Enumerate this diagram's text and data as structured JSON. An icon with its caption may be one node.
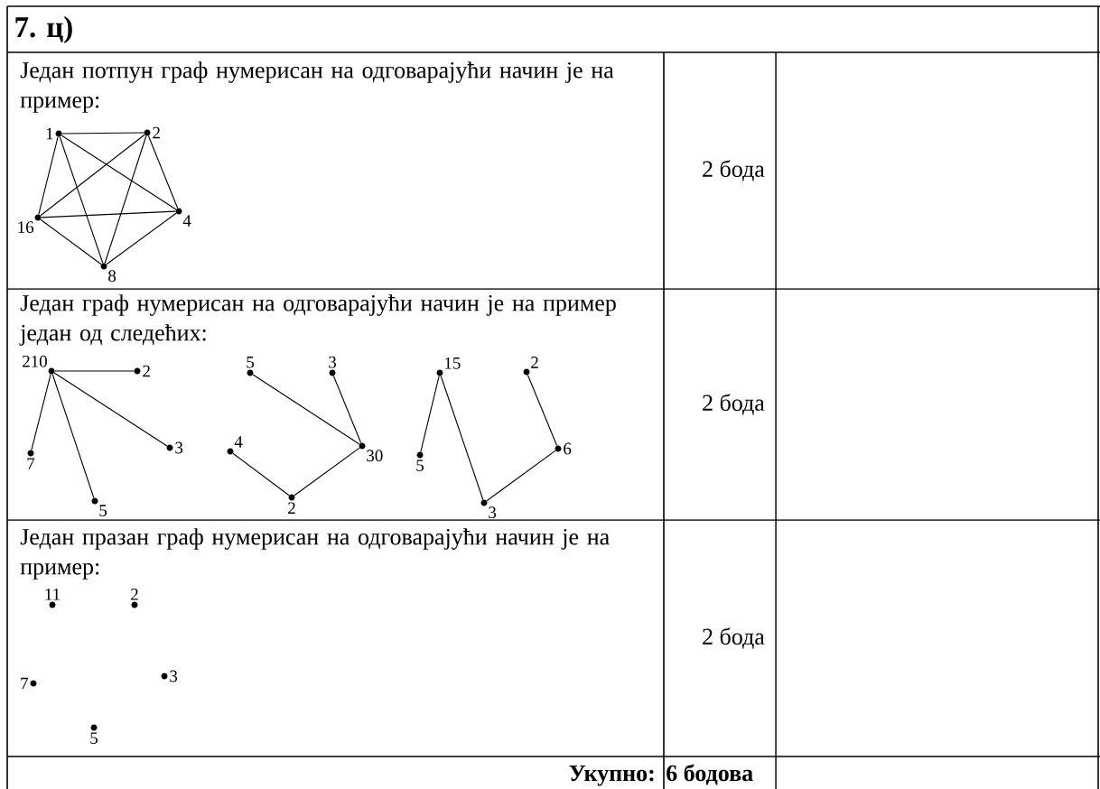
{
  "diagram": {
    "title": "7. ц)",
    "nodes": [
      {
        "text": [],
        "shape": "circle",
        "beside": [
          "1"
        ]
      },
      {
        "text": [],
        "shape": "circle",
        "beside": [
          "2"
        ]
      },
      {
        "text": [],
        "shape": "circle",
        "beside": [
          "16"
        ]
      },
      {
        "text": [],
        "shape": "circle",
        "beside": [
          "4"
        ]
      },
      {
        "text": [],
        "shape": "circle",
        "beside": [
          "8"
        ]
      },
      {
        "text": [],
        "shape": "circle",
        "beside": [
          "210"
        ]
      },
      {
        "text": [],
        "shape": "circle",
        "beside": [
          "2"
        ]
      },
      {
        "text": [],
        "shape": "circle",
        "beside": [
          "7"
        ]
      },
      {
        "text": [],
        "shape": "circle",
        "beside": [
          "3"
        ]
      },
      {
        "text": [],
        "shape": "circle",
        "beside": [
          "5"
        ]
      },
      {
        "text": [],
        "shape": "circle",
        "beside": [
          "5"
        ]
      },
      {
        "text": [],
        "shape": "circle",
        "beside": [
          "3"
        ]
      },
      {
        "text": [],
        "shape": "circle",
        "beside": [
          "4"
        ]
      },
      {
        "text": [],
        "shape": "circle",
        "beside": [
          "30"
        ]
      },
      {
        "text": [],
        "shape": "circle",
        "beside": [
          "2"
        ]
      },
      {
        "text": [],
        "shape": "circle",
        "beside": [
          "15"
        ]
      },
      {
        "text": [],
        "shape": "circle",
        "beside": [
          "2"
        ]
      },
      {
        "text": [],
        "shape": "circle",
        "beside": [
          "5"
        ]
      },
      {
        "text": [],
        "shape": "circle",
        "beside": [
          "6"
        ]
      },
      {
        "text": [],
        "shape": "circle",
        "beside": [
          "3"
        ]
      },
      {
        "text": [],
        "shape": "circle",
        "beside": [
          "11"
        ]
      },
      {
        "text": [],
        "shape": "circle",
        "beside": [
          "2"
        ]
      },
      {
        "text": [],
        "shape": "circle",
        "beside": [
          "7"
        ]
      },
      {
        "text": [],
        "shape": "circle",
        "beside": [
          "3"
        ]
      },
      {
        "text": [],
        "shape": "circle",
        "beside": [
          "5"
        ]
      }
    ],
    "edges": [
      {
        "from": 0,
        "to": 1,
        "arrow": "none"
      },
      {
        "from": 0,
        "to": 2,
        "arrow": "none"
      },
      {
        "from": 0,
        "to": 3,
        "arrow": "none"
      },
      {
        "from": 0,
        "to": 4,
        "arrow": "none"
      },
      {
        "from": 1,
        "to": 2,
        "arrow": "none"
      },
      {
        "from": 1,
        "to": 3,
        "arrow": "none"
      },
      {
        "from": 1,
        "to": 4,
        "arrow": "none"
      },
      {
        "from": 2,
        "to": 3,
        "arrow": "none"
      },
      {
        "from": 2,
        "to": 4,
        "arrow": "none"
      },
      {
        "from": 3,
        "to": 4,
        "arrow": "none"
      },
      {
        "from": 5,
        "to": 6,
        "arrow": "none"
      },
      {
        "from": 5,
        "to": 7,
        "arrow": "none"
      },
      {
        "from": 5,
        "to": 9,
        "arrow": "none"
      },
      {
        "from": 5,
        "to": 8,
        "arrow": "none"
      },
      {
        "from": 10,
        "to": 13,
        "arrow": "none"
      },
      {
        "from": 11,
        "to": 13,
        "arrow": "none"
      },
      {
        "from": 12,
        "to": 14,
        "arrow": "none"
      },
      {
        "from": 14,
        "to": 13,
        "arrow": "none"
      },
      {
        "from": 15,
        "to": 17,
        "arrow": "none"
      },
      {
        "from": 15,
        "to": 19,
        "arrow": "none"
      },
      {
        "from": 19,
        "to": 18,
        "arrow": "none"
      },
      {
        "from": 18,
        "to": 16,
        "arrow": "none"
      }
    ],
    "labels": [
      "Један потпун граф нумерисан на одговарајући начин је на пример:",
      "2 бода",
      "Један граф нумерисан на одговарајући начин је на пример један од следећих:",
      "2 бода",
      "Један празан граф нумерисан на одговарајући начин је на пример:",
      "2 бода",
      "Укупно:",
      "6 бодова"
    ]
  }
}
